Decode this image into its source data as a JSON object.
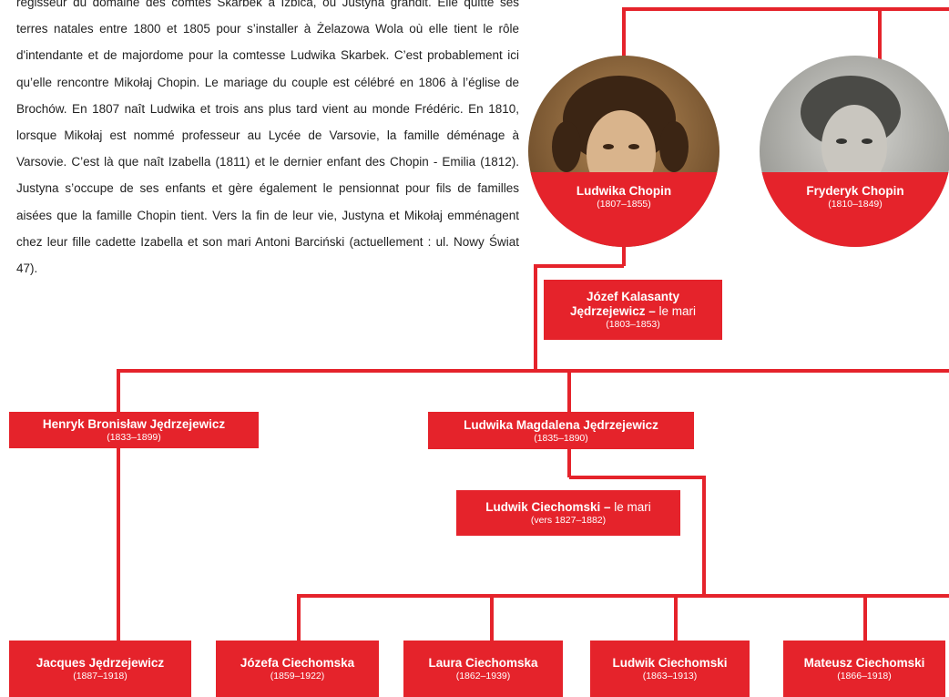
{
  "intro": {
    "text": "régisseur du domaine des comtes Skarbek à Izbica, où Justyna grandit. Elle quitte ses terres natales entre 1800 et 1805 pour s’installer à Żelazowa Wola où elle tient le rôle d'intendante et de majordome pour la comtesse Ludwika Skarbek. C’est probablement ici qu’elle rencontre Mikołaj Chopin. Le mariage du couple est célébré en 1806 à l’église de Brochów. En 1807 naît Ludwika et trois ans plus tard vient au monde Frédéric. En 1810, lorsque Mikołaj est nommé professeur au Lycée de Varsovie, la famille déménage à Varsovie. C’est là que naît Izabella (1811) et le dernier enfant des Chopin - Emilia (1812). Justyna s’occupe de ses enfants et gère également le pensionnat pour fils de familles aisées que la famille Chopin tient. Vers la fin de leur vie, Justyna et Mikołaj emménagent chez leur fille cadette Izabella et son mari Antoni Barciński (actuellement : ul. Nowy Świat 47)."
  },
  "colors": {
    "accent": "#e5232b",
    "text": "#222222",
    "background": "#ffffff"
  },
  "portraits": {
    "ludwika": {
      "name": "Ludwika Chopin",
      "dates": "(1807–1855)"
    },
    "fryderyk": {
      "name": "Fryderyk Chopin",
      "dates": "(1810–1849)"
    }
  },
  "spouses": {
    "jozef": {
      "name_line1": "Józef Kalasanty",
      "name_line2": "Jędrzejewicz –",
      "relation": "le mari",
      "dates": "(1803–1853)"
    },
    "ludwik": {
      "name": "Ludwik Ciechomski –",
      "relation": "le mari",
      "dates": "(vers 1827–1882)"
    }
  },
  "children": {
    "henryk": {
      "name": "Henryk Bronisław Jędrzejewicz",
      "dates": "(1833–1899)"
    },
    "ludwika_magdalena": {
      "name": "Ludwika Magdalena Jędrzejewicz",
      "dates": "(1835–1890)"
    }
  },
  "grandchildren": {
    "jacques": {
      "name": "Jacques Jędrzejewicz",
      "dates": "(1887–1918)"
    },
    "jozefa": {
      "name": "Józefa Ciechomska",
      "dates": "(1859–1922)"
    },
    "laura": {
      "name": "Laura Ciechomska",
      "dates": "(1862–1939)"
    },
    "ludwik": {
      "name": "Ludwik Ciechomski",
      "dates": "(1863–1913)"
    },
    "mateusz": {
      "name": "Mateusz Ciechomski",
      "dates": "(1866–1918)"
    }
  }
}
